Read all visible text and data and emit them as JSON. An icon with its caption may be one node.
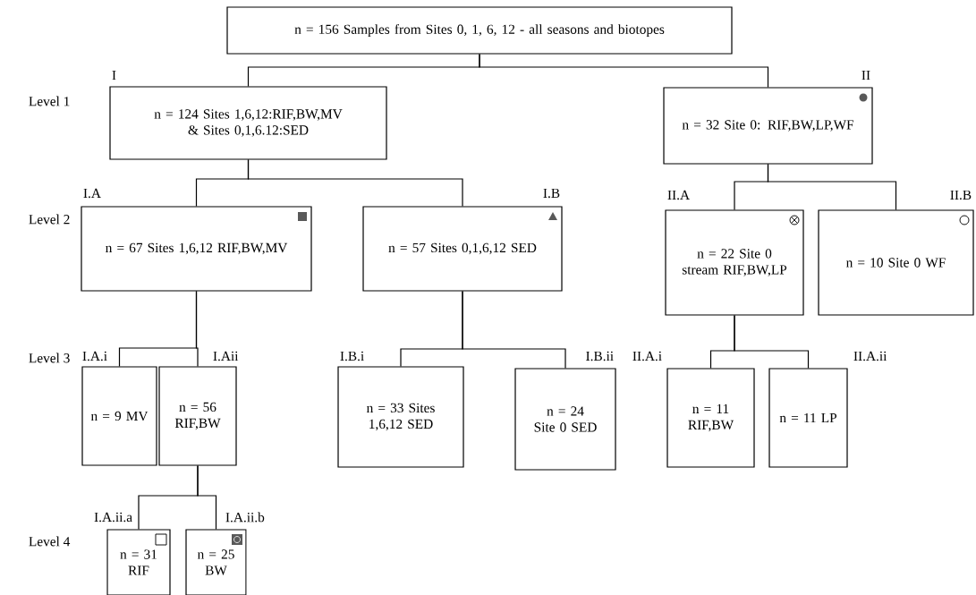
{
  "diagram": {
    "nodes": [
      {
        "text": [
          "n = 156 Samples from Sites 0, 1, 6, 12 - all seasons and biotopes"
        ]
      },
      {
        "text": [
          "n = 124 Sites 1,6,12:RIF,BW,MV & Sites 0,1,6.12:SED"
        ],
        "beside": [
          "I"
        ]
      },
      {
        "text": [
          "n = 32 Site 0: RIF,BW,LP,WF"
        ],
        "beside": [
          "II"
        ]
      },
      {
        "text": [
          "n = 67 Sites 1,6,12 RIF,BW,MV"
        ],
        "beside": [
          "I.A"
        ]
      },
      {
        "text": [
          "n = 57 Sites 0,1,6,12 SED"
        ],
        "beside": [
          "I.B"
        ]
      },
      {
        "text": [
          "n = 22 Site 0 stream RIF,BW,LP"
        ],
        "beside": [
          "II.A"
        ]
      },
      {
        "text": [
          "n = 10 Site 0 WF"
        ],
        "beside": [
          "II.B"
        ]
      },
      {
        "text": [
          "n = 9 MV"
        ],
        "beside": [
          "I.A.i"
        ]
      },
      {
        "text": [
          "n = 56 RIF,BW"
        ],
        "beside": [
          "I.Aii"
        ]
      },
      {
        "text": [
          "n = 33 Sites 1,6,12 SED"
        ],
        "beside": [
          "I.B.i"
        ]
      },
      {
        "text": [
          "n = 24 Site 0 SED"
        ],
        "beside": [
          "I.B.ii"
        ]
      },
      {
        "text": [
          "n = 11 RIF,BW"
        ],
        "beside": [
          "II.A.i"
        ]
      },
      {
        "text": [
          "n = 11 LP"
        ],
        "beside": [
          "II.A.ii"
        ]
      },
      {
        "text": [
          "n = 31 RIF"
        ],
        "beside": [
          "I.A.ii.a"
        ]
      },
      {
        "text": [
          "n = 25 BW"
        ],
        "beside": [
          "I.A.ii.b"
        ]
      }
    ],
    "edges": [
      {
        "from": 0,
        "to": 1,
        "arrow": "none"
      },
      {
        "from": 0,
        "to": 2,
        "arrow": "none"
      },
      {
        "from": 1,
        "to": 3,
        "arrow": "none"
      },
      {
        "from": 1,
        "to": 4,
        "arrow": "none"
      },
      {
        "from": 2,
        "to": 5,
        "arrow": "none"
      },
      {
        "from": 2,
        "to": 6,
        "arrow": "none"
      },
      {
        "from": 3,
        "to": 7,
        "arrow": "none"
      },
      {
        "from": 3,
        "to": 8,
        "arrow": "none"
      },
      {
        "from": 4,
        "to": 9,
        "arrow": "none"
      },
      {
        "from": 4,
        "to": 10,
        "arrow": "none"
      },
      {
        "from": 5,
        "to": 11,
        "arrow": "none"
      },
      {
        "from": 5,
        "to": 12,
        "arrow": "none"
      },
      {
        "from": 8,
        "to": 13,
        "arrow": "none"
      },
      {
        "from": 8,
        "to": 14,
        "arrow": "none"
      }
    ],
    "labels": [
      "Level 1",
      "Level 2",
      "Level 3",
      "Level 4"
    ]
  }
}
